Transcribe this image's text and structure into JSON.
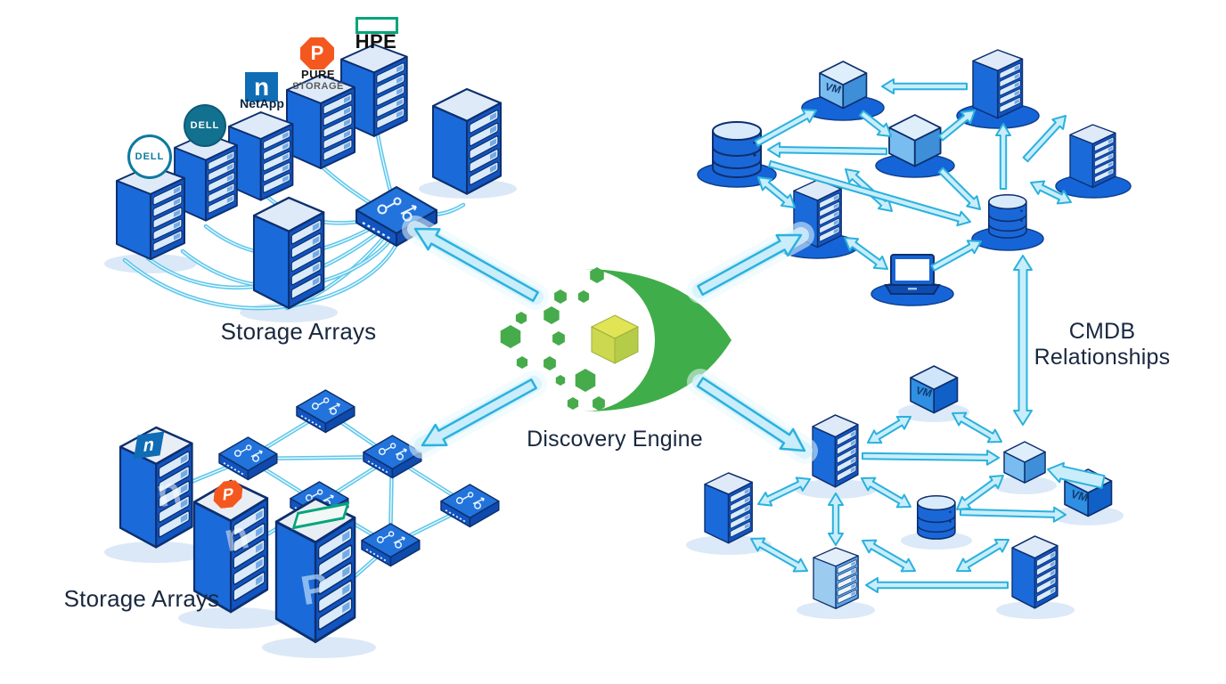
{
  "labels": {
    "storage_arrays_top": "Storage Arrays",
    "storage_arrays_bottom": "Storage Arrays",
    "discovery_engine": "Discovery Engine",
    "cmdb_relationships": "CMDB Relationships"
  },
  "vendors": {
    "dell_badge_outline": "DELL",
    "dell_badge_solid": "DELL",
    "netapp_badge_letter": "n",
    "netapp_name": "NetApp",
    "pure_badge_letter": "P",
    "pure_name_line1": "PURE",
    "pure_name_line2": "STORAGE",
    "hpe_name": "HPE",
    "netapp_top_badge_letter": "n",
    "pure_top_badge_letter": "P",
    "netapp_watermark_1": "n",
    "netapp_watermark_2": "n",
    "pure_watermark": "P"
  },
  "vm_labels": {
    "top_cluster": "VM",
    "bottom_cluster": "VM",
    "bottom_cluster_right": "VM"
  },
  "icons": {
    "discovery_logo": "eye-with-hexagons-icon",
    "discovery_core": "yellow-cube-icon",
    "storage_array": "server-rack-icon",
    "network_switch": "network-switch-icon",
    "database": "database-cylinder-icon",
    "virtual_machine": "vm-cube-icon",
    "laptop": "laptop-icon",
    "relationship": "bidirectional-arrow-icon"
  },
  "colors": {
    "node_blue": "#1a67d8",
    "node_blue_dark": "#1254c0",
    "node_top_light": "#dfeaf8",
    "outline_navy": "#0d2f6e",
    "arrow_fill": "#c9edfa",
    "arrow_stroke": "#2ab1de",
    "link_cyan": "#5ec7ec",
    "base_ellipse": "#1565d8",
    "eye_green": "#3fad49",
    "hex_green": "#46ab4b",
    "cube_yellow": "#d9df52",
    "label_navy": "#19283f",
    "dell_teal": "#0d7a9e",
    "netapp_blue": "#0f6cb5",
    "pure_orange": "#f4581f",
    "hpe_green": "#00a57a"
  }
}
